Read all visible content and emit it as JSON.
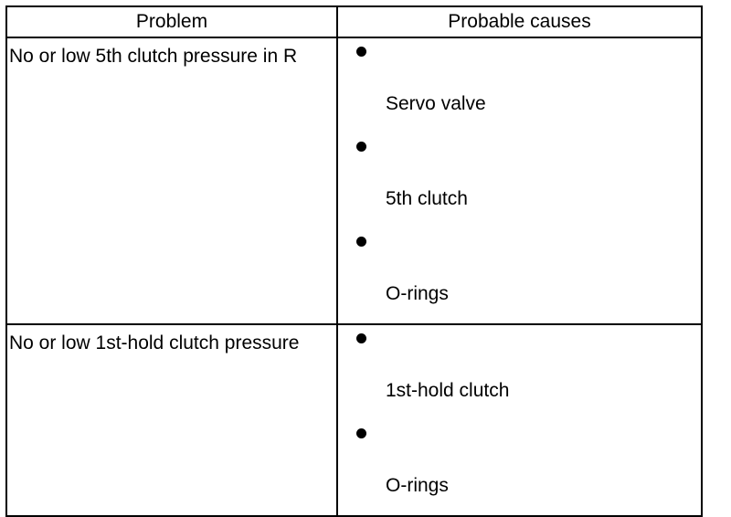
{
  "table": {
    "headers": {
      "problem": "Problem",
      "causes": "Probable causes"
    },
    "rows": [
      {
        "problem": "No or low 5th clutch pressure in R",
        "causes": [
          "Servo valve",
          "5th clutch",
          "O-rings"
        ]
      },
      {
        "problem": "No or low 1st-hold clutch pressure",
        "causes": [
          "1st-hold clutch",
          "O-rings"
        ]
      }
    ]
  }
}
